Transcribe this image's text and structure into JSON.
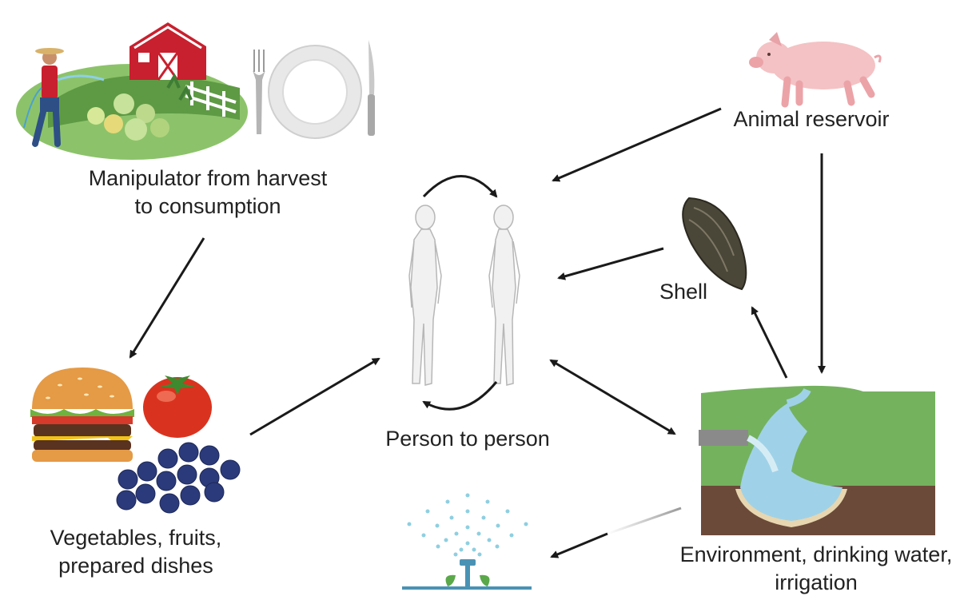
{
  "labels": {
    "harvest_line1": "Manipulator from harvest",
    "harvest_line2": "to consumption",
    "food_line1": "Vegetables, fruits,",
    "food_line2": "prepared dishes",
    "person": "Person to person",
    "animal": "Animal reservoir",
    "shell": "Shell",
    "environment_line1": "Environment, drinking water,",
    "environment_line2": "irrigation"
  },
  "icons": [
    "farm-icon",
    "fork-icon",
    "plate-icon",
    "knife-icon",
    "pig-icon",
    "mussel-icon",
    "human-figure-icon",
    "burger-icon",
    "tomato-icon",
    "blueberries-icon",
    "river-landscape-icon",
    "sprinkler-icon"
  ],
  "colors": {
    "arrow": "#1a1a1a",
    "text": "#222222",
    "grass": "#74b25e",
    "soil": "#6b4a3a",
    "water": "#9fd2e8",
    "pig": "#f4c2c4",
    "barn": "#c8202e",
    "tomato": "#d9331f",
    "blueberry": "#2b3a7a"
  }
}
